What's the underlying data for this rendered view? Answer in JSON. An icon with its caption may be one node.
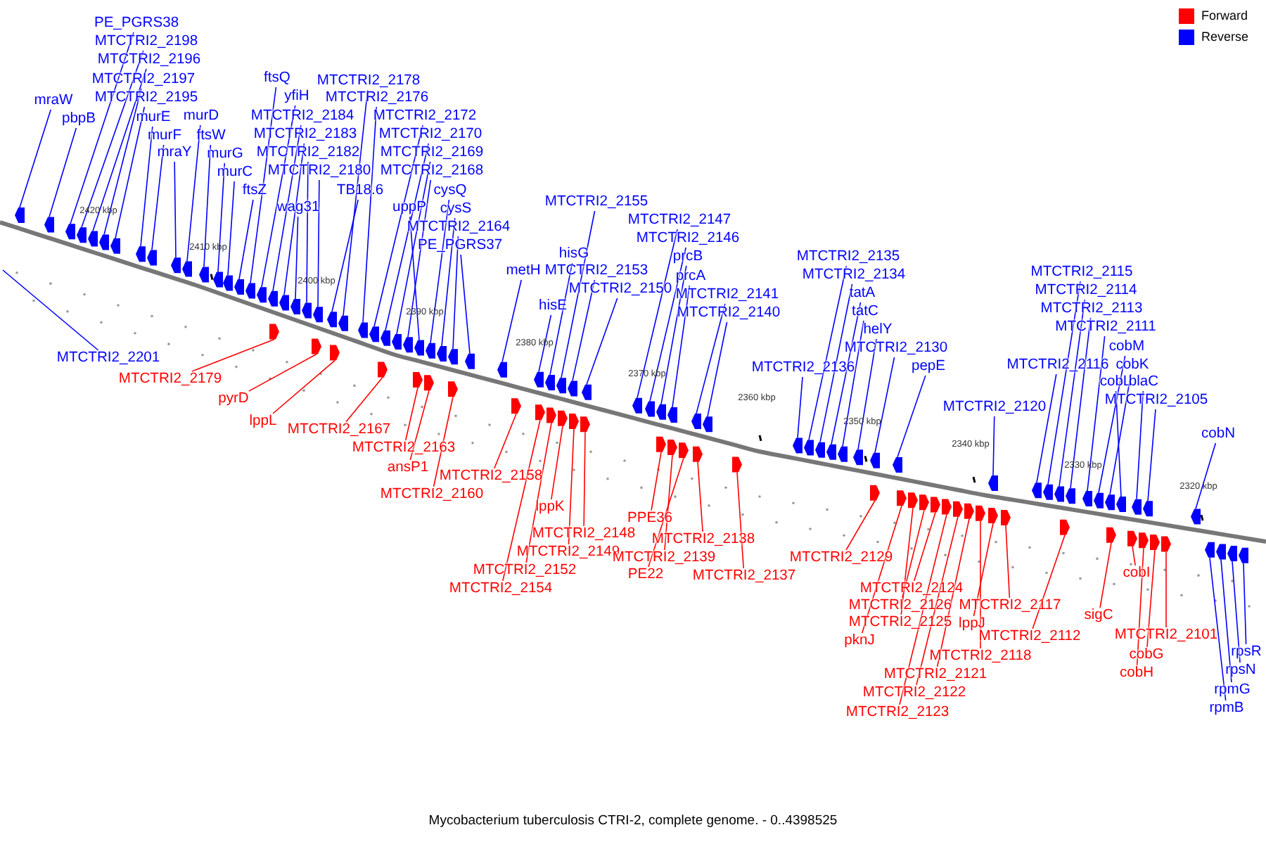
{
  "diagram": {
    "caption": "Mycobacterium tuberculosis CTRI-2, complete genome. - 0..4398525",
    "nodes": [
      {
        "text": [
          "PE_PGRS38"
        ]
      },
      {
        "text": [
          "MTCTRI2_2198"
        ]
      },
      {
        "text": [
          "MTCTRI2_2196"
        ]
      },
      {
        "text": [
          "MTCTRI2_2197"
        ]
      },
      {
        "text": [
          "ftsQ"
        ]
      },
      {
        "text": [
          "MTCTRI2_2178"
        ]
      },
      {
        "text": [
          "MTCTRI2_2195"
        ]
      },
      {
        "text": [
          "mraW"
        ]
      },
      {
        "text": [
          "yfiH"
        ]
      },
      {
        "text": [
          "MTCTRI2_2176"
        ]
      },
      {
        "text": [
          "pbpB"
        ]
      },
      {
        "text": [
          "murE"
        ]
      },
      {
        "text": [
          "murD"
        ]
      },
      {
        "text": [
          "MTCTRI2_2184"
        ]
      },
      {
        "text": [
          "MTCTRI2_2172"
        ]
      },
      {
        "text": [
          "murF"
        ]
      },
      {
        "text": [
          "ftsW"
        ]
      },
      {
        "text": [
          "MTCTRI2_2183"
        ]
      },
      {
        "text": [
          "MTCTRI2_2170"
        ]
      },
      {
        "text": [
          "mraY"
        ]
      },
      {
        "text": [
          "murG"
        ]
      },
      {
        "text": [
          "MTCTRI2_2182"
        ]
      },
      {
        "text": [
          "MTCTRI2_2169"
        ]
      },
      {
        "text": [
          "murC"
        ]
      },
      {
        "text": [
          "MTCTRI2_2180"
        ]
      },
      {
        "text": [
          "MTCTRI2_2168"
        ]
      },
      {
        "text": [
          "ftsZ"
        ]
      },
      {
        "text": [
          "TB18.6"
        ]
      },
      {
        "text": [
          "cysQ"
        ]
      },
      {
        "text": [
          "MTCTRI2_2155"
        ]
      },
      {
        "text": [
          "wag31"
        ]
      },
      {
        "text": [
          "uppP"
        ]
      },
      {
        "text": [
          "cysS"
        ]
      },
      {
        "text": [
          "MTCTRI2_2147"
        ]
      },
      {
        "text": [
          "MTCTRI2_2164"
        ]
      },
      {
        "text": [
          "MTCTRI2_2146"
        ]
      },
      {
        "text": [
          "PE_PGRS37"
        ]
      },
      {
        "text": [
          "hisG"
        ]
      },
      {
        "text": [
          "prcB"
        ]
      },
      {
        "text": [
          "MTCTRI2_2135"
        ]
      },
      {
        "text": [
          "metH"
        ]
      },
      {
        "text": [
          "MTCTRI2_2153"
        ]
      },
      {
        "text": [
          "MTCTRI2_2115"
        ]
      },
      {
        "text": [
          "prcA"
        ]
      },
      {
        "text": [
          "MTCTRI2_2134"
        ]
      },
      {
        "text": [
          "MTCTRI2_2150"
        ]
      },
      {
        "text": [
          "MTCTRI2_2141"
        ]
      },
      {
        "text": [
          "tatA"
        ]
      },
      {
        "text": [
          "MTCTRI2_2114"
        ]
      },
      {
        "text": [
          "hisE"
        ]
      },
      {
        "text": [
          "MTCTRI2_2140"
        ]
      },
      {
        "text": [
          "tatC"
        ]
      },
      {
        "text": [
          "MTCTRI2_2113"
        ]
      },
      {
        "text": [
          "helY"
        ]
      },
      {
        "text": [
          "MTCTRI2_2111"
        ]
      },
      {
        "text": [
          "MTCTRI2_2130"
        ]
      },
      {
        "text": [
          "cobM"
        ]
      },
      {
        "text": [
          "MTCTRI2_2201"
        ]
      },
      {
        "text": [
          "MTCTRI2_2136"
        ]
      },
      {
        "text": [
          "pepE"
        ]
      },
      {
        "text": [
          "MTCTRI2_2116"
        ]
      },
      {
        "text": [
          "cobK"
        ]
      },
      {
        "text": [
          "cobL"
        ]
      },
      {
        "text": [
          "blaC"
        ]
      },
      {
        "text": [
          "MTCTRI2_2105"
        ]
      },
      {
        "text": [
          "MTCTRI2_2120"
        ]
      },
      {
        "text": [
          "cobN"
        ]
      },
      {
        "text": [
          "MTCTRI2_2179"
        ]
      },
      {
        "text": [
          "pyrD"
        ]
      },
      {
        "text": [
          "lppL"
        ]
      },
      {
        "text": [
          "MTCTRI2_2167"
        ]
      },
      {
        "text": [
          "MTCTRI2_2163"
        ]
      },
      {
        "text": [
          "ansP1"
        ]
      },
      {
        "text": [
          "MTCTRI2_2158"
        ]
      },
      {
        "text": [
          "MTCTRI2_2160"
        ]
      },
      {
        "text": [
          "lppK"
        ]
      },
      {
        "text": [
          "PPE36"
        ]
      },
      {
        "text": [
          "MTCTRI2_2148"
        ]
      },
      {
        "text": [
          "MTCTRI2_2138"
        ]
      },
      {
        "text": [
          "MTCTRI2_2149"
        ]
      },
      {
        "text": [
          "MTCTRI2_2129"
        ]
      },
      {
        "text": [
          "MTCTRI2_2139"
        ]
      },
      {
        "text": [
          "MTCTRI2_2152"
        ]
      },
      {
        "text": [
          "cobI"
        ]
      },
      {
        "text": [
          "PE22"
        ]
      },
      {
        "text": [
          "MTCTRI2_2137"
        ]
      },
      {
        "text": [
          "MTCTRI2_2154"
        ]
      },
      {
        "text": [
          "MTCTRI2_2124"
        ]
      },
      {
        "text": [
          "MTCTRI2_2126"
        ]
      },
      {
        "text": [
          "MTCTRI2_2117"
        ]
      },
      {
        "text": [
          "sigC"
        ]
      },
      {
        "text": [
          "MTCTRI2_2125"
        ]
      },
      {
        "text": [
          "lppJ"
        ]
      },
      {
        "text": [
          "MTCTRI2_2112"
        ]
      },
      {
        "text": [
          "MTCTRI2_2101"
        ]
      },
      {
        "text": [
          "pknJ"
        ]
      },
      {
        "text": [
          "rpsR"
        ]
      },
      {
        "text": [
          "cobG"
        ]
      },
      {
        "text": [
          "MTCTRI2_2118"
        ]
      },
      {
        "text": [
          "rpsN"
        ]
      },
      {
        "text": [
          "cobH"
        ]
      },
      {
        "text": [
          "MTCTRI2_2121"
        ]
      },
      {
        "text": [
          "rpmG"
        ]
      },
      {
        "text": [
          "MTCTRI2_2122"
        ]
      },
      {
        "text": [
          "rpmB"
        ]
      },
      {
        "text": [
          "MTCTRI2_2123"
        ]
      },
      {
        "text": [],
        "shape": "arrow"
      },
      {
        "text": [],
        "shape": "arrow"
      },
      {
        "text": [],
        "shape": "arrow"
      },
      {
        "text": [],
        "shape": "arrow"
      },
      {
        "text": [],
        "shape": "arrow"
      },
      {
        "text": [],
        "shape": "arrow"
      },
      {
        "text": [],
        "shape": "arrow"
      },
      {
        "text": [],
        "shape": "arrow"
      },
      {
        "text": [],
        "shape": "arrow"
      },
      {
        "text": [],
        "shape": "arrow"
      },
      {
        "text": [],
        "shape": "arrow"
      },
      {
        "text": [],
        "shape": "arrow"
      },
      {
        "text": [],
        "shape": "arrow"
      },
      {
        "text": [],
        "shape": "arrow"
      },
      {
        "text": [],
        "shape": "arrow"
      },
      {
        "text": [],
        "shape": "arrow"
      },
      {
        "text": [],
        "shape": "arrow"
      },
      {
        "text": [],
        "shape": "arrow"
      },
      {
        "text": [],
        "shape": "arrow"
      },
      {
        "text": [],
        "shape": "arrow"
      },
      {
        "text": [],
        "shape": "arrow"
      },
      {
        "text": [],
        "shape": "arrow"
      },
      {
        "text": [],
        "shape": "arrow"
      },
      {
        "text": [],
        "shape": "arrow"
      },
      {
        "text": [],
        "shape": "arrow"
      },
      {
        "text": [],
        "shape": "arrow"
      },
      {
        "text": [],
        "shape": "arrow"
      },
      {
        "text": [],
        "shape": "arrow"
      },
      {
        "text": [],
        "shape": "arrow"
      },
      {
        "text": [],
        "shape": "arrow"
      },
      {
        "text": [],
        "shape": "arrow"
      },
      {
        "text": [],
        "shape": "arrow"
      },
      {
        "text": [],
        "shape": "arrow"
      },
      {
        "text": [],
        "shape": "arrow"
      },
      {
        "text": [],
        "shape": "arrow"
      },
      {
        "text": [],
        "shape": "arrow"
      },
      {
        "text": [],
        "shape": "arrow"
      },
      {
        "text": [],
        "shape": "arrow"
      },
      {
        "text": [],
        "shape": "arrow"
      },
      {
        "text": [],
        "shape": "arrow"
      },
      {
        "text": [],
        "shape": "arrow"
      },
      {
        "text": [],
        "shape": "arrow"
      },
      {
        "text": [],
        "shape": "arrow"
      },
      {
        "text": [],
        "shape": "arrow"
      },
      {
        "text": [],
        "shape": "arrow"
      },
      {
        "text": [],
        "shape": "arrow"
      },
      {
        "text": [],
        "shape": "arrow"
      },
      {
        "text": [],
        "shape": "arrow"
      },
      {
        "text": [],
        "shape": "arrow"
      },
      {
        "text": [],
        "shape": "arrow"
      },
      {
        "text": [],
        "shape": "arrow"
      },
      {
        "text": [],
        "shape": "arrow"
      },
      {
        "text": [],
        "shape": "arrow"
      },
      {
        "text": [],
        "shape": "arrow"
      },
      {
        "text": [],
        "shape": "arrow"
      },
      {
        "text": [],
        "shape": "arrow"
      },
      {
        "text": [],
        "shape": "arrow"
      },
      {
        "text": [],
        "shape": "arrow"
      },
      {
        "text": [],
        "shape": "arrow"
      },
      {
        "text": [],
        "shape": "arrow"
      },
      {
        "text": [],
        "shape": "arrow"
      },
      {
        "text": [],
        "shape": "arrow"
      },
      {
        "text": [],
        "shape": "arrow"
      },
      {
        "text": [],
        "shape": "arrow"
      },
      {
        "text": [],
        "shape": "arrow"
      },
      {
        "text": [],
        "shape": "arrow"
      },
      {
        "text": [],
        "shape": "arrow"
      },
      {
        "text": [],
        "shape": "arrow"
      },
      {
        "text": [],
        "shape": "arrow"
      },
      {
        "text": [],
        "shape": "arrow"
      },
      {
        "text": [],
        "shape": "arrow"
      },
      {
        "text": [],
        "shape": "arrow"
      },
      {
        "text": [],
        "shape": "arrow"
      },
      {
        "text": [],
        "shape": "arrow"
      },
      {
        "text": [],
        "shape": "arrow"
      },
      {
        "text": [],
        "shape": "arrow"
      },
      {
        "text": [],
        "shape": "arrow"
      },
      {
        "text": [],
        "shape": "arrow"
      },
      {
        "text": [],
        "shape": "arrow"
      },
      {
        "text": [],
        "shape": "arrow"
      },
      {
        "text": [],
        "shape": "arrow"
      },
      {
        "text": [],
        "shape": "arrow"
      },
      {
        "text": [],
        "shape": "arrow"
      },
      {
        "text": [],
        "shape": "arrow"
      },
      {
        "text": [],
        "shape": "arrow"
      },
      {
        "text": [],
        "shape": "arrow"
      },
      {
        "text": [],
        "shape": "arrow"
      },
      {
        "text": [],
        "shape": "arrow"
      },
      {
        "text": [],
        "shape": "arrow"
      },
      {
        "text": [],
        "shape": "arrow"
      },
      {
        "text": [],
        "shape": "arrow"
      },
      {
        "text": [],
        "shape": "arrow"
      },
      {
        "text": [],
        "shape": "arrow"
      },
      {
        "text": [],
        "shape": "arrow"
      },
      {
        "text": [],
        "shape": "arrow"
      },
      {
        "text": [],
        "shape": "arrow"
      },
      {
        "text": [],
        "shape": "arrow"
      },
      {
        "text": [],
        "shape": "arrow"
      },
      {
        "text": [],
        "shape": "arrow"
      },
      {
        "text": [],
        "shape": "arrow"
      },
      {
        "text": [],
        "shape": "arrow"
      },
      {
        "text": [],
        "shape": "arrow"
      },
      {
        "text": [],
        "shape": "arrow"
      },
      {
        "text": [],
        "shape": "arrow"
      },
      {
        "text": [],
        "shape": "arrow"
      }
    ],
    "edges": [
      {
        "from": 0,
        "to": 106,
        "arrow": "none"
      },
      {
        "from": 1,
        "to": 107,
        "arrow": "none"
      },
      {
        "from": 2,
        "to": 108,
        "arrow": "none"
      },
      {
        "from": 3,
        "to": 109,
        "arrow": "none"
      },
      {
        "from": 4,
        "to": 110,
        "arrow": "none"
      },
      {
        "from": 5,
        "to": 111,
        "arrow": "none"
      },
      {
        "from": 6,
        "to": 112,
        "arrow": "none"
      },
      {
        "from": 7,
        "to": 113,
        "arrow": "none"
      },
      {
        "from": 8,
        "to": 114,
        "arrow": "none"
      },
      {
        "from": 9,
        "to": 115,
        "arrow": "none"
      },
      {
        "from": 10,
        "to": 116,
        "arrow": "none"
      },
      {
        "from": 11,
        "to": 117,
        "arrow": "none"
      },
      {
        "from": 12,
        "to": 118,
        "arrow": "none"
      },
      {
        "from": 13,
        "to": 119,
        "arrow": "none"
      },
      {
        "from": 14,
        "to": 120,
        "arrow": "none"
      },
      {
        "from": 15,
        "to": 121,
        "arrow": "none"
      },
      {
        "from": 16,
        "to": 122,
        "arrow": "none"
      },
      {
        "from": 17,
        "to": 123,
        "arrow": "none"
      },
      {
        "from": 18,
        "to": 124,
        "arrow": "none"
      },
      {
        "from": 19,
        "to": 125,
        "arrow": "none"
      },
      {
        "from": 20,
        "to": 126,
        "arrow": "none"
      },
      {
        "from": 21,
        "to": 127,
        "arrow": "none"
      },
      {
        "from": 22,
        "to": 128,
        "arrow": "none"
      },
      {
        "from": 23,
        "to": 129,
        "arrow": "none"
      },
      {
        "from": 24,
        "to": 130,
        "arrow": "none"
      },
      {
        "from": 25,
        "to": 131,
        "arrow": "none"
      },
      {
        "from": 26,
        "to": 132,
        "arrow": "none"
      },
      {
        "from": 27,
        "to": 133,
        "arrow": "none"
      },
      {
        "from": 28,
        "to": 134,
        "arrow": "none"
      },
      {
        "from": 29,
        "to": 135,
        "arrow": "none"
      },
      {
        "from": 30,
        "to": 136,
        "arrow": "none"
      },
      {
        "from": 31,
        "to": 137,
        "arrow": "none"
      },
      {
        "from": 32,
        "to": 138,
        "arrow": "none"
      },
      {
        "from": 33,
        "to": 139,
        "arrow": "none"
      },
      {
        "from": 34,
        "to": 140,
        "arrow": "none"
      },
      {
        "from": 35,
        "to": 141,
        "arrow": "none"
      },
      {
        "from": 36,
        "to": 142,
        "arrow": "none"
      },
      {
        "from": 37,
        "to": 143,
        "arrow": "none"
      },
      {
        "from": 38,
        "to": 144,
        "arrow": "none"
      },
      {
        "from": 39,
        "to": 145,
        "arrow": "none"
      },
      {
        "from": 40,
        "to": 146,
        "arrow": "none"
      },
      {
        "from": 41,
        "to": 147,
        "arrow": "none"
      },
      {
        "from": 42,
        "to": 148,
        "arrow": "none"
      },
      {
        "from": 43,
        "to": 149,
        "arrow": "none"
      },
      {
        "from": 44,
        "to": 150,
        "arrow": "none"
      },
      {
        "from": 45,
        "to": 151,
        "arrow": "none"
      },
      {
        "from": 46,
        "to": 152,
        "arrow": "none"
      },
      {
        "from": 47,
        "to": 153,
        "arrow": "none"
      },
      {
        "from": 48,
        "to": 154,
        "arrow": "none"
      },
      {
        "from": 49,
        "to": 155,
        "arrow": "none"
      },
      {
        "from": 50,
        "to": 156,
        "arrow": "none"
      },
      {
        "from": 51,
        "to": 157,
        "arrow": "none"
      },
      {
        "from": 52,
        "to": 158,
        "arrow": "none"
      },
      {
        "from": 53,
        "to": 159,
        "arrow": "none"
      },
      {
        "from": 54,
        "to": 160,
        "arrow": "none"
      },
      {
        "from": 55,
        "to": 161,
        "arrow": "none"
      },
      {
        "from": 56,
        "to": 162,
        "arrow": "none"
      },
      {
        "from": 57,
        "to": null,
        "arrow": "none"
      },
      {
        "from": 58,
        "to": 163,
        "arrow": "none"
      },
      {
        "from": 59,
        "to": 164,
        "arrow": "none"
      },
      {
        "from": 60,
        "to": 165,
        "arrow": "none"
      },
      {
        "from": 61,
        "to": 166,
        "arrow": "none"
      },
      {
        "from": 62,
        "to": 167,
        "arrow": "none"
      },
      {
        "from": 63,
        "to": 168,
        "arrow": "none"
      },
      {
        "from": 64,
        "to": 169,
        "arrow": "none"
      },
      {
        "from": 65,
        "to": 170,
        "arrow": "none"
      },
      {
        "from": 66,
        "to": 171,
        "arrow": "none"
      },
      {
        "from": 67,
        "to": 172,
        "arrow": "none",
        "color": "#ff0000"
      },
      {
        "from": 68,
        "to": 173,
        "arrow": "none",
        "color": "#ff0000"
      },
      {
        "from": 69,
        "to": 174,
        "arrow": "none",
        "color": "#ff0000"
      },
      {
        "from": 70,
        "to": 175,
        "arrow": "none",
        "color": "#ff0000"
      },
      {
        "from": 71,
        "to": 176,
        "arrow": "none",
        "color": "#ff0000"
      },
      {
        "from": 72,
        "to": 177,
        "arrow": "none",
        "color": "#ff0000"
      },
      {
        "from": 73,
        "to": 178,
        "arrow": "none",
        "color": "#ff0000"
      },
      {
        "from": 74,
        "to": 179,
        "arrow": "none",
        "color": "#ff0000"
      },
      {
        "from": 75,
        "to": 180,
        "arrow": "none",
        "color": "#ff0000"
      },
      {
        "from": 76,
        "to": 181,
        "arrow": "none",
        "color": "#ff0000"
      },
      {
        "from": 77,
        "to": 182,
        "arrow": "none",
        "color": "#ff0000"
      },
      {
        "from": 78,
        "to": 183,
        "arrow": "none",
        "color": "#ff0000"
      },
      {
        "from": 79,
        "to": 184,
        "arrow": "none",
        "color": "#ff0000"
      },
      {
        "from": 80,
        "to": 185,
        "arrow": "none",
        "color": "#ff0000"
      },
      {
        "from": 81,
        "to": 186,
        "arrow": "none",
        "color": "#ff0000"
      },
      {
        "from": 82,
        "to": 187,
        "arrow": "none",
        "color": "#ff0000"
      },
      {
        "from": 83,
        "to": 188,
        "arrow": "none",
        "color": "#ff0000"
      },
      {
        "from": 84,
        "to": 189,
        "arrow": "none",
        "color": "#ff0000"
      },
      {
        "from": 85,
        "to": 190,
        "arrow": "none",
        "color": "#ff0000"
      },
      {
        "from": 86,
        "to": 191,
        "arrow": "none",
        "color": "#ff0000"
      },
      {
        "from": 87,
        "to": 192,
        "arrow": "none",
        "color": "#ff0000"
      },
      {
        "from": 88,
        "to": 193,
        "arrow": "none",
        "color": "#ff0000"
      },
      {
        "from": 89,
        "to": 194,
        "arrow": "none",
        "color": "#ff0000"
      },
      {
        "from": 90,
        "to": 195,
        "arrow": "none",
        "color": "#ff0000"
      },
      {
        "from": 91,
        "to": 196,
        "arrow": "none",
        "color": "#ff0000"
      },
      {
        "from": 92,
        "to": 197,
        "arrow": "none",
        "color": "#ff0000"
      },
      {
        "from": 93,
        "to": 198,
        "arrow": "none",
        "color": "#ff0000"
      },
      {
        "from": 94,
        "to": 199,
        "arrow": "none",
        "color": "#ff0000"
      },
      {
        "from": 95,
        "to": 200,
        "arrow": "none",
        "color": "#ff0000"
      },
      {
        "from": 96,
        "to": 201,
        "arrow": "none"
      },
      {
        "from": 97,
        "to": 202,
        "arrow": "none",
        "color": "#ff0000"
      },
      {
        "from": 98,
        "to": 203,
        "arrow": "none",
        "color": "#ff0000"
      },
      {
        "from": 99,
        "to": 204,
        "arrow": "none"
      },
      {
        "from": 100,
        "to": 205,
        "arrow": "none",
        "color": "#ff0000"
      },
      {
        "from": 101,
        "to": 206,
        "arrow": "none",
        "color": "#ff0000"
      },
      {
        "from": 102,
        "to": 207,
        "arrow": "none"
      },
      {
        "from": 103,
        "to": 208,
        "arrow": "none",
        "color": "#ff0000"
      },
      {
        "from": 104,
        "to": 209,
        "arrow": "none"
      },
      {
        "from": 105,
        "to": 210,
        "arrow": "none",
        "color": "#ff0000"
      }
    ],
    "labels": [
      "2420 kbp",
      "2410 kbp",
      "2400 kbp",
      "2390 kbp",
      "2380 kbp",
      "2370 kbp",
      "2360 kbp",
      "2350 kbp",
      "2340 kbp",
      "2330 kbp",
      "2320 kbp"
    ],
    "legend": [
      {
        "text": "Forward",
        "color": "#ff0000"
      },
      {
        "text": "Reverse",
        "color": "#0000ff"
      }
    ]
  }
}
